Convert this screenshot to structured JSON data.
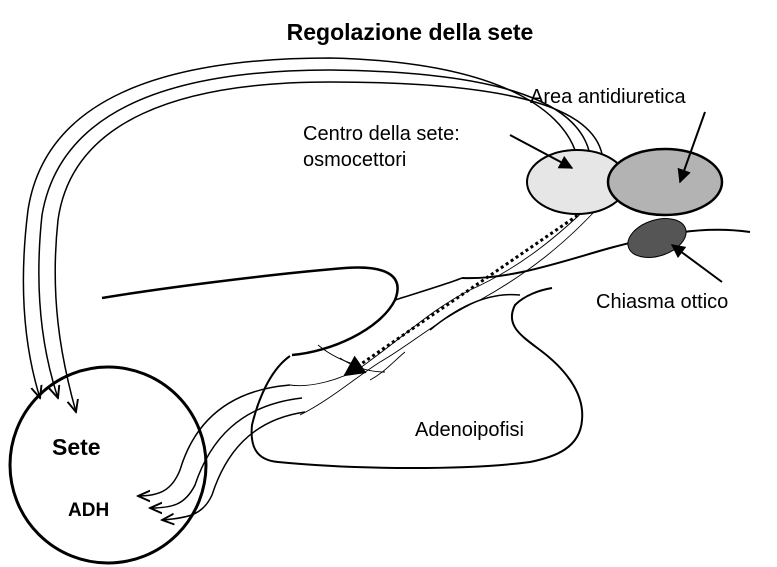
{
  "title": "Regolazione della sete",
  "labels": {
    "area_antidiuretica": "Area antidiuretica",
    "centro_sete_line1": "Centro della sete:",
    "centro_sete_line2": "osmocettori",
    "chiasma_ottico": "Chiasma ottico",
    "adenoipofisi": "Adenoipofisi",
    "sete": "Sete",
    "adh": "ADH"
  },
  "colors": {
    "centro_sete_fill": "#e6e6e6",
    "area_antidiuretica_fill": "#b3b3b3",
    "chiasma_fill": "#555555",
    "line": "#000000",
    "background": "#ffffff"
  }
}
